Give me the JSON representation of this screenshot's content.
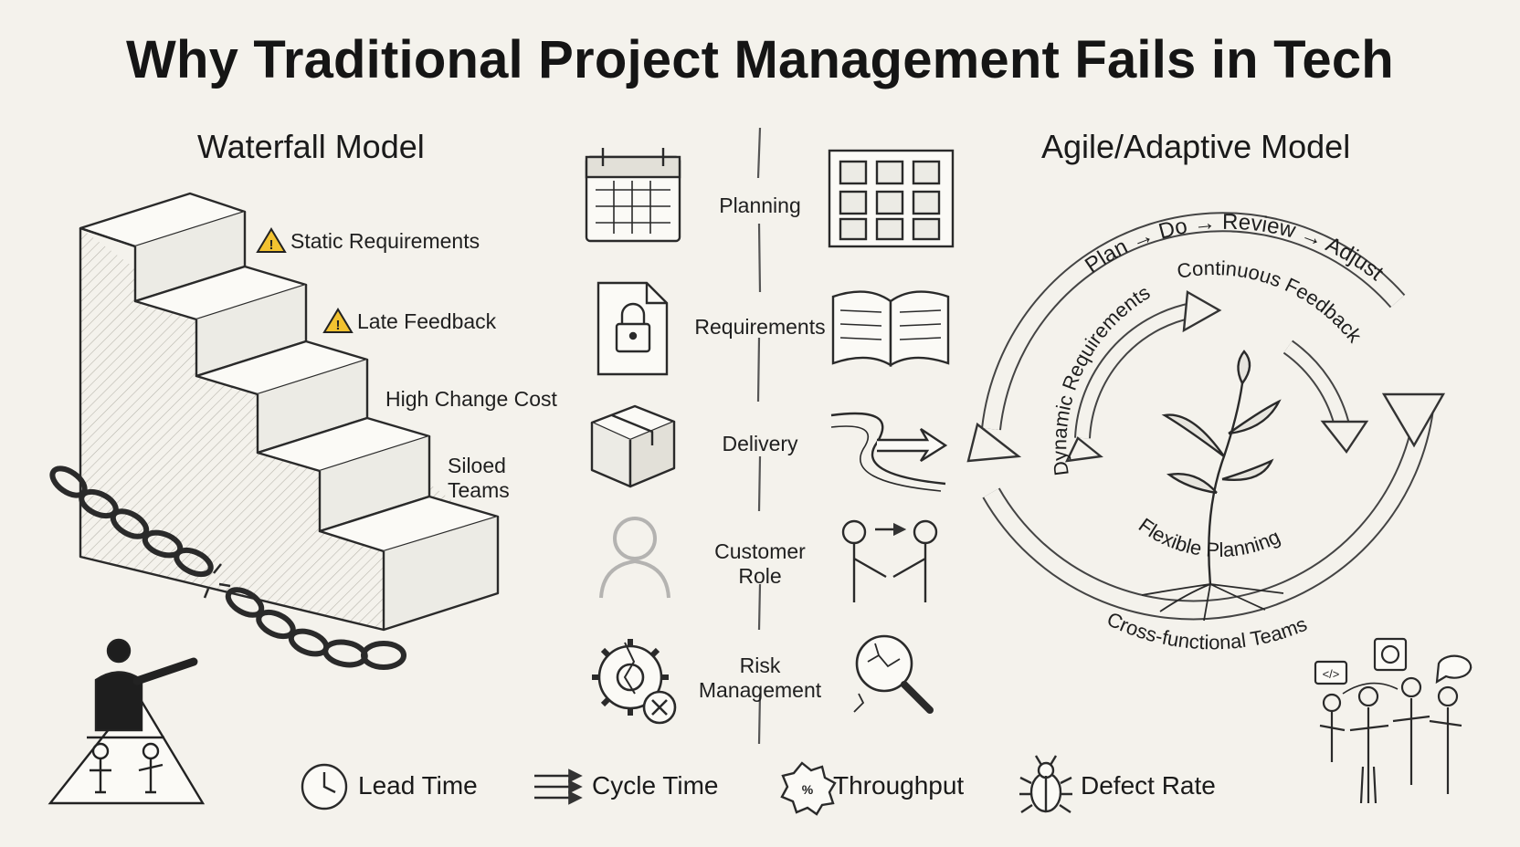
{
  "title": "Why Traditional Project Management Fails in Tech",
  "waterfall": {
    "heading": "Waterfall Model",
    "labels": [
      "Static Requirements",
      "Late Feedback",
      "High Change Cost",
      "Siloed Teams"
    ]
  },
  "comparison": {
    "rows": [
      "Planning",
      "Requirements",
      "Delivery",
      "Customer Role",
      "Risk Management"
    ]
  },
  "agile": {
    "heading": "Agile/Adaptive Model",
    "outer_loop": "Plan → Do → Review → Adjust",
    "continuous_feedback": "Continuous Feedback",
    "dynamic_requirements": "Dynamic Requirements",
    "flexible_planning": "Flexible Planning",
    "cross_functional": "Cross-functional Teams",
    "code_badge": "</>"
  },
  "metrics": [
    "Lead Time",
    "Cycle Time",
    "Throughput",
    "Defect Rate"
  ],
  "icons": {
    "waterfall": [
      "staircase-icon",
      "warning-icon",
      "broken-chain-icon",
      "manager-pyramid-icon"
    ],
    "traditional": [
      "calendar-icon",
      "locked-document-icon",
      "box-icon",
      "blurred-person-icon",
      "broken-gear-icon"
    ],
    "agile": [
      "sticky-board-icon",
      "open-book-icon",
      "winding-road-icon",
      "handshake-icon",
      "magnifier-icon"
    ],
    "metrics": [
      "clock-icon",
      "arrows-icon",
      "percent-badge-icon",
      "bug-icon"
    ]
  },
  "colors": {
    "warning": "#f2c230",
    "ink": "#1c1c1c",
    "paper": "#f4f2ec"
  }
}
